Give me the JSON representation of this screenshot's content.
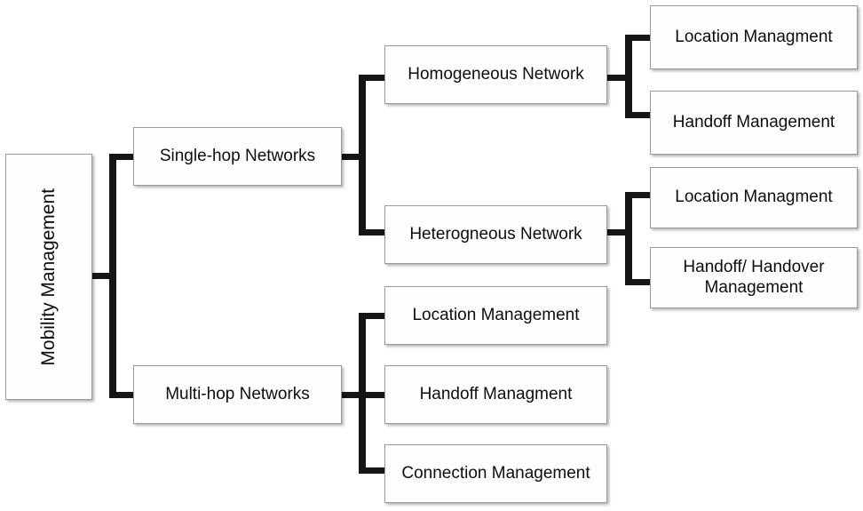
{
  "diagram": {
    "title": "Mobility Management",
    "type": "hierarchy-tree",
    "orientation": "left-to-right",
    "background_color": "#ffffff",
    "box_fill_color": "#fefefe",
    "box_border_color": "#9a9a9a",
    "connector_color": "#161616",
    "text_color": "#0d0d0d"
  },
  "nodes": {
    "root": {
      "label": "Mobility Management",
      "orientation": "vertical",
      "font_size": 21
    },
    "level1": [
      {
        "id": "single-hop",
        "label": "Single-hop Networks",
        "font_size": 19
      },
      {
        "id": "multi-hop",
        "label": "Multi-hop Networks",
        "font_size": 19
      }
    ],
    "level2": [
      {
        "id": "homogeneous-network",
        "label": "Homogeneous Network",
        "font_size": 19
      },
      {
        "id": "heterogneous-network",
        "label": "Heterogneous Network",
        "font_size": 19
      },
      {
        "id": "multihop-location-management",
        "label": "Location Management",
        "font_size": 19
      },
      {
        "id": "multihop-handoff-managment",
        "label": "Handoff Managment",
        "font_size": 19
      },
      {
        "id": "multihop-connection-management",
        "label": "Connection Management",
        "font_size": 19
      }
    ],
    "level3": [
      {
        "id": "homo-location-managment",
        "label": "Location Managment",
        "font_size": 19
      },
      {
        "id": "homo-handoff-management",
        "label": "Handoff Management",
        "font_size": 19
      },
      {
        "id": "hetero-location-managment",
        "label": "Location Managment",
        "font_size": 19
      },
      {
        "id": "hetero-handoff-handover-management",
        "label": "Handoff/ Handover\nManagement",
        "font_size": 19
      }
    ]
  }
}
